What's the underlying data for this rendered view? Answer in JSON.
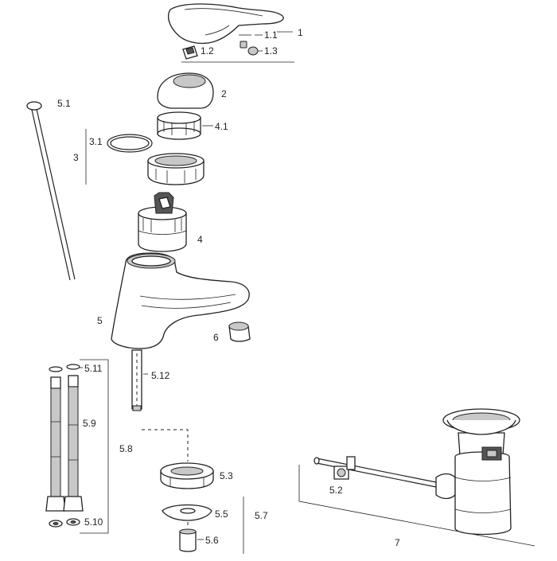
{
  "labels": {
    "l1": "1",
    "l1_1": "1.1",
    "l1_2": "1.2",
    "l1_3": "1.3",
    "l2": "2",
    "l3": "3",
    "l3_1": "3.1",
    "l4": "4",
    "l4_1": "4.1",
    "l5": "5",
    "l5_1": "5.1",
    "l5_2": "5.2",
    "l5_3": "5.3",
    "l5_5": "5.5",
    "l5_6": "5.6",
    "l5_7": "5.7",
    "l5_8": "5.8",
    "l5_9": "5.9",
    "l5_10": "5.10",
    "l5_11": "5.11",
    "l5_12": "5.12",
    "l6": "6",
    "l7": "7"
  }
}
